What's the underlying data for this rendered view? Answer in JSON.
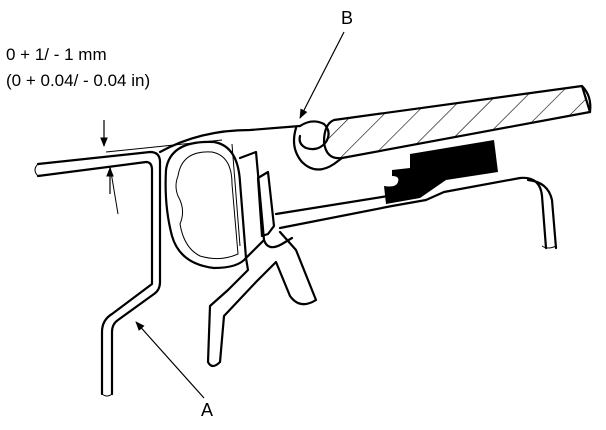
{
  "spec": {
    "tolerance_mm": "0 + 1/ - 1 mm",
    "tolerance_in": "(0 + 0.04/ - 0.04 in)"
  },
  "callouts": {
    "a": "A",
    "b": "B"
  },
  "colors": {
    "line": "#000000",
    "background": "#ffffff",
    "seal_fill": "#000000"
  }
}
